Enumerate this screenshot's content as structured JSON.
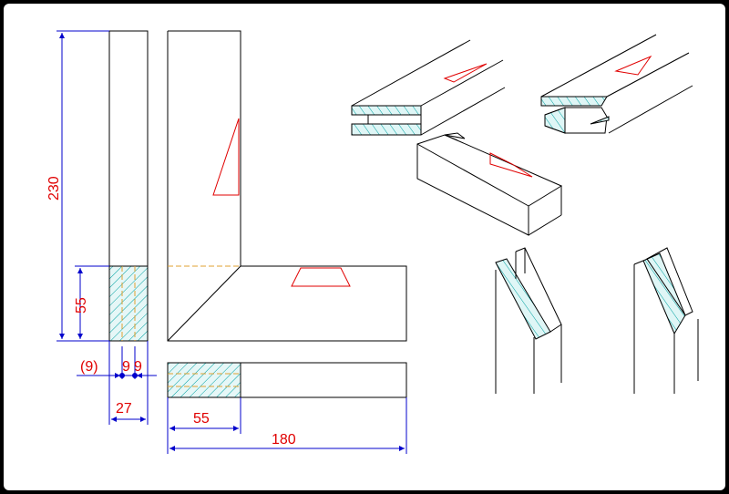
{
  "dimensions": {
    "total_height": "230",
    "end_height": "55",
    "offset": "(9)",
    "nine_a": "9",
    "nine_b": "9",
    "thickness": "27",
    "end_length": "55",
    "total_length": "180"
  },
  "colors": {
    "outline": "#000000",
    "dimension_line": "#0000cc",
    "dimension_text": "#e00000",
    "hatch": "#00a0a0",
    "hidden": "#e0a030"
  }
}
